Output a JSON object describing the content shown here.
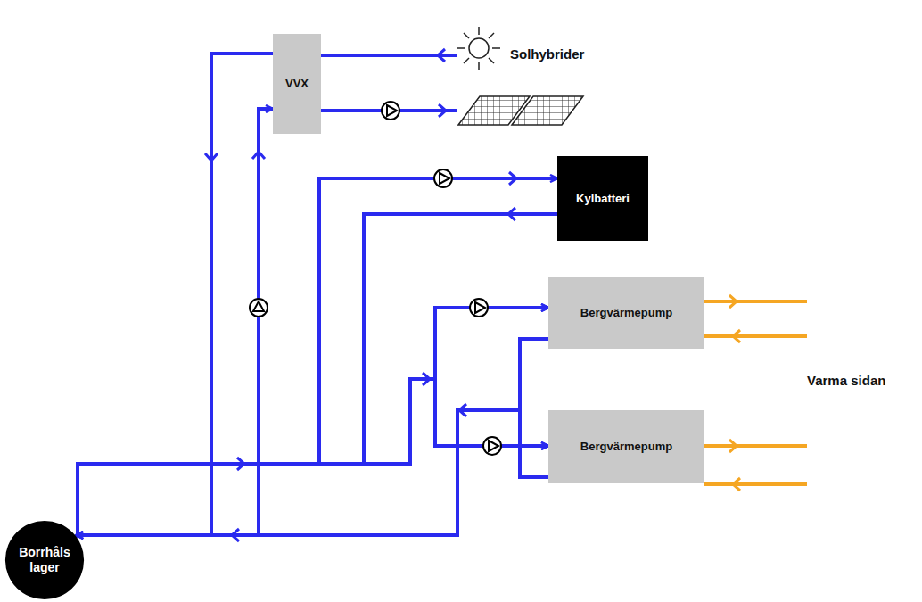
{
  "diagram": {
    "nodes": [
      {
        "text": [
          "VVX"
        ]
      },
      {
        "text": [
          "Kylbatteri"
        ]
      },
      {
        "text": [
          "Bergvärmepump"
        ]
      },
      {
        "text": [
          "Bergvärmepump"
        ]
      },
      {
        "text": [
          "Borrhåls lager"
        ]
      }
    ],
    "edges": [
      {
        "from": 4,
        "to": 1,
        "arrow": "to"
      },
      {
        "from": 1,
        "to": 2,
        "arrow": "to"
      },
      {
        "from": 1,
        "to": 3,
        "arrow": "to"
      },
      {
        "from": 4,
        "to": 2,
        "arrow": "to"
      },
      {
        "from": 4,
        "to": 3,
        "arrow": "to"
      },
      {
        "from": 2,
        "to": 4,
        "arrow": "to"
      },
      {
        "from": 3,
        "to": 4,
        "arrow": "to"
      },
      {
        "from": 0,
        "to": 4,
        "arrow": "to"
      },
      {
        "from": 4,
        "to": 0,
        "arrow": "to"
      }
    ],
    "labels": [
      "Solhybrider",
      "Varma sidan"
    ]
  }
}
